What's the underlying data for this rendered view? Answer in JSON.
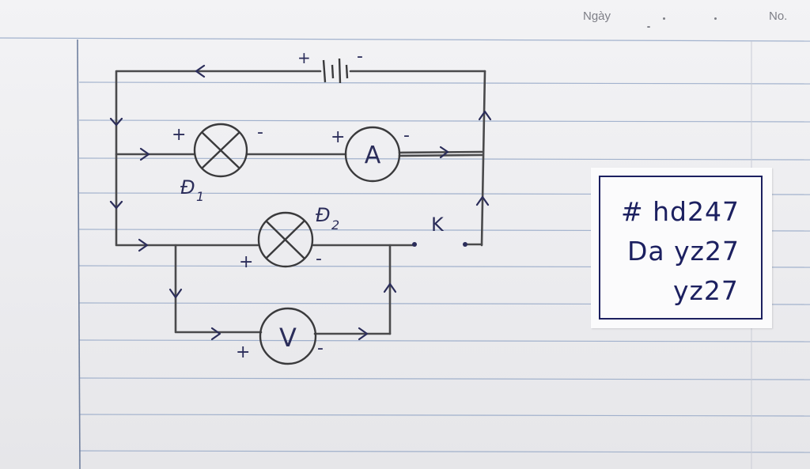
{
  "notebook": {
    "date_label": "Ngày",
    "number_label": "No."
  },
  "circuit": {
    "battery_plus": "+",
    "battery_minus": "-",
    "lamp1_plus": "+",
    "lamp1_minus": "-",
    "lamp1_label": "Đ",
    "lamp1_subscript": "1",
    "ammeter_label": "A",
    "ammeter_plus": "+",
    "ammeter_minus": "-",
    "lamp2_label": "Đ",
    "lamp2_subscript": "2",
    "lamp2_plus": "+",
    "lamp2_minus": "-",
    "switch_label": "K",
    "voltmeter_label": "V",
    "voltmeter_plus": "+",
    "voltmeter_minus": "-"
  },
  "card": {
    "line1": "# hd247",
    "line2": "Da yz27",
    "line3": "yz27"
  },
  "colors": {
    "ink": "#2b2d5a",
    "pencil": "#4a4a4c",
    "rule": "#8fa3c4",
    "margin": "#6f7f9e"
  }
}
